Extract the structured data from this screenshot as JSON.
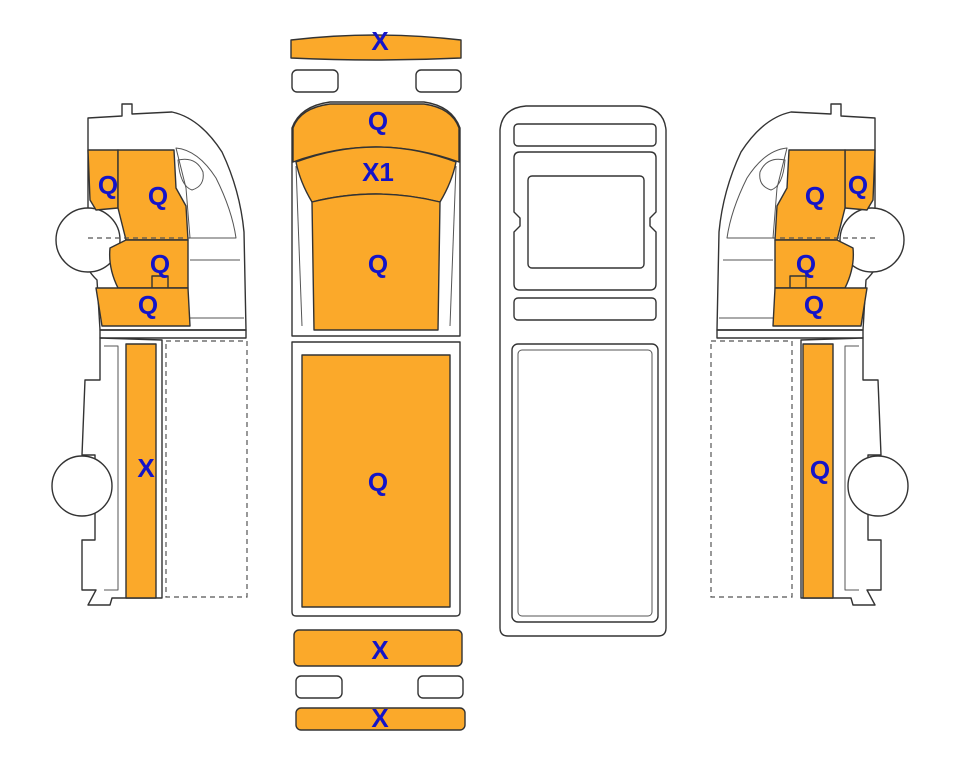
{
  "colors": {
    "panel_fill": "#FBA92A",
    "label_text": "#1414C8",
    "outline": "#333333"
  },
  "labels": {
    "front_bumper_top": "X",
    "hood": "Q",
    "windshield": "X1",
    "roof_front": "Q",
    "roof_cargo": "Q",
    "rear_bumper_upper": "X",
    "rear_bumper_lower": "X",
    "left_door_upper_outer": "Q",
    "left_door_upper_inner": "Q",
    "left_door_lower_inner": "Q",
    "left_sill": "Q",
    "left_cargo_side": "X",
    "right_door_upper_inner": "Q",
    "right_door_upper_outer": "Q",
    "right_door_lower_inner": "Q",
    "right_sill": "Q",
    "right_cargo_side": "Q"
  }
}
